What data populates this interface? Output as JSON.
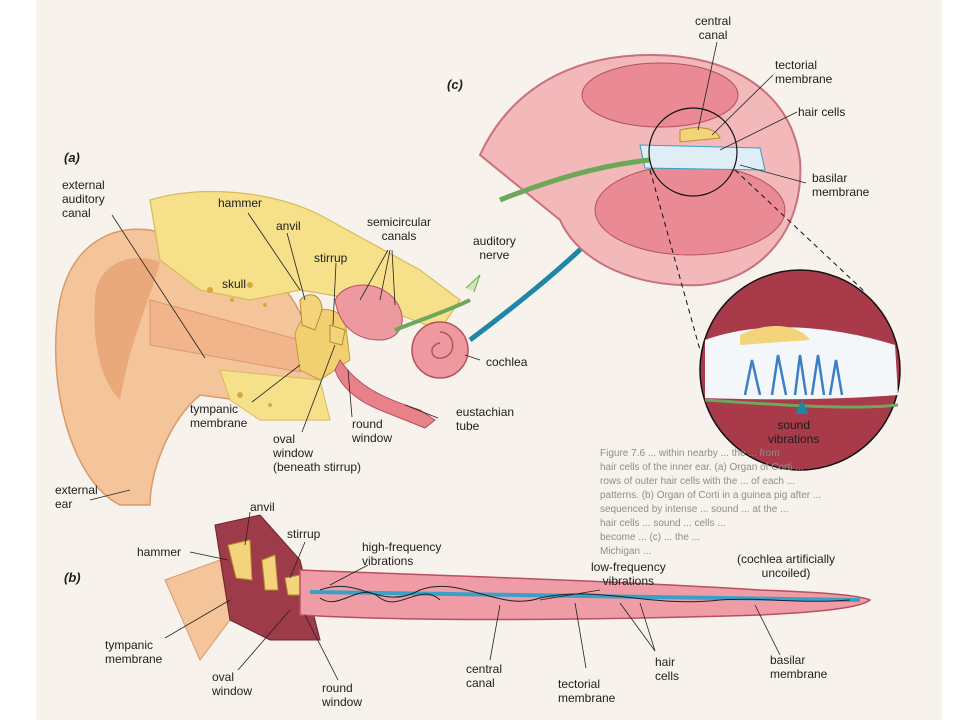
{
  "panels": {
    "a": "(a)",
    "b": "(b)",
    "c": "(c)"
  },
  "labels_a": {
    "external_auditory_canal": "external\nauditory\ncanal",
    "hammer": "hammer",
    "anvil": "anvil",
    "semicircular_canals": "semicircular\ncanals",
    "skull": "skull",
    "stirrup": "stirrup",
    "auditory_nerve": "auditory\nnerve",
    "cochlea": "cochlea",
    "tympanic_membrane": "tympanic\nmembrane",
    "oval_window": "oval\nwindow\n(beneath stirrup)",
    "round_window": "round\nwindow",
    "eustachian_tube": "eustachian\ntube",
    "external_ear": "external\near"
  },
  "labels_c": {
    "central_canal": "central\ncanal",
    "tectorial_membrane": "tectorial\nmembrane",
    "hair_cells": "hair cells",
    "basilar_membrane": "basilar\nmembrane",
    "sound_vibrations": "sound\nvibrations"
  },
  "labels_b": {
    "hammer": "hammer",
    "anvil": "anvil",
    "stirrup": "stirrup",
    "high_frequency": "high-frequency\nvibrations",
    "low_frequency": "low-frequency\nvibrations",
    "uncoiled_note": "(cochlea artificially\nuncoiled)",
    "tympanic_membrane": "tympanic\nmembrane",
    "oval_window": "oval\nwindow",
    "round_window": "round\nwindow",
    "central_canal": "central\ncanal",
    "tectorial_membrane": "tectorial\nmembrane",
    "hair_cells": "hair\ncells",
    "basilar_membrane": "basilar\nmembrane"
  },
  "bleed_text": {
    "line1": "Figure 7.6 ... within nearby ... the ... from",
    "line2": "hair cells of the inner ear. (a) Organ of Corti ...",
    "line3": "rows of outer hair cells with the ... of each ...",
    "line4": "patterns. (b) Organ of Corti in a guinea pig after ...",
    "line5": "sequenced by intense ... sound ... at the ...",
    "line6": "hair cells ... sound ... cells ...",
    "line7": "become ... (c) ... the ...",
    "line8": "Michigan ..."
  },
  "colors": {
    "skin": "#f4c49a",
    "bone": "#f6e08a",
    "flesh": "#e8828a",
    "dark_flesh": "#9e3b48",
    "canal_blue": "#3aa0c8",
    "nerve_green": "#6da85a",
    "arrow_teal": "#1f86a8"
  }
}
